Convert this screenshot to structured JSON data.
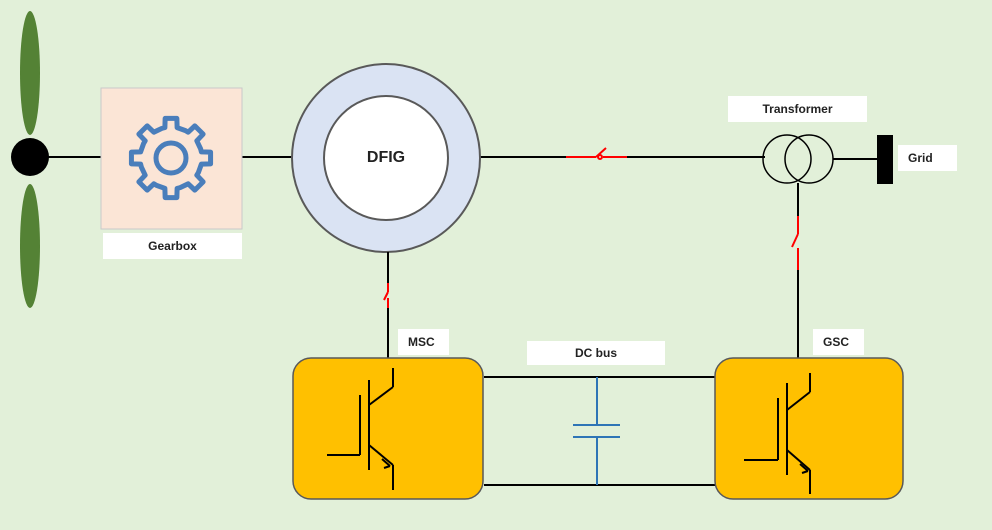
{
  "labels": {
    "gearbox": "Gearbox",
    "dfig": "DFIG",
    "transformer": "Transformer",
    "grid": "Grid",
    "msc": "MSC",
    "gsc": "GSC",
    "dc_bus": "DC bus"
  },
  "colors": {
    "background": "#e2f0d9",
    "blade": "#548235",
    "gearbox_fill": "#fbe5d6",
    "gear_stroke": "#4a7ebb",
    "stator_fill": "#dae3f3",
    "converter_fill": "#ffc000",
    "capacitor": "#2e75b6",
    "breaker": "#ff0000",
    "line": "#000000"
  }
}
